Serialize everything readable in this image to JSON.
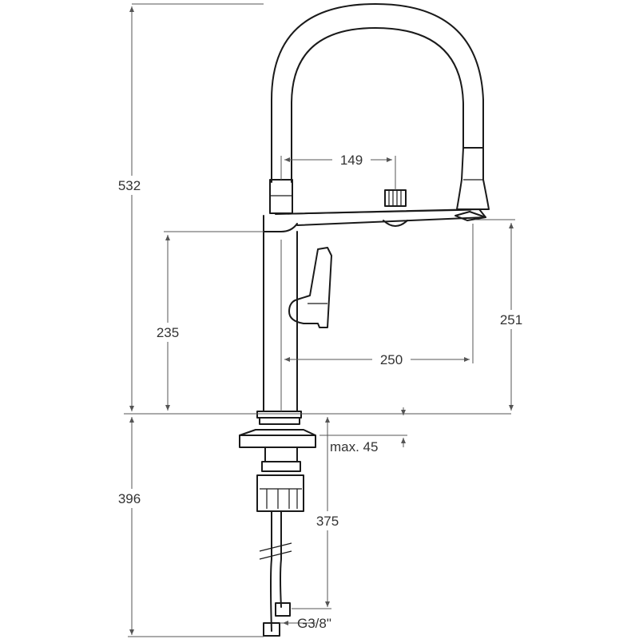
{
  "dimensions": {
    "total_height": "532",
    "below_deck": "396",
    "spout_reach": "250",
    "spout_height": "251",
    "handle_height": "235",
    "hose_distance": "149",
    "deck_thickness": "max. 45",
    "shank_length": "375",
    "connection": "G3/8\""
  },
  "colors": {
    "line": "#1a1a1a",
    "dimension": "#555555",
    "background": "#ffffff"
  }
}
